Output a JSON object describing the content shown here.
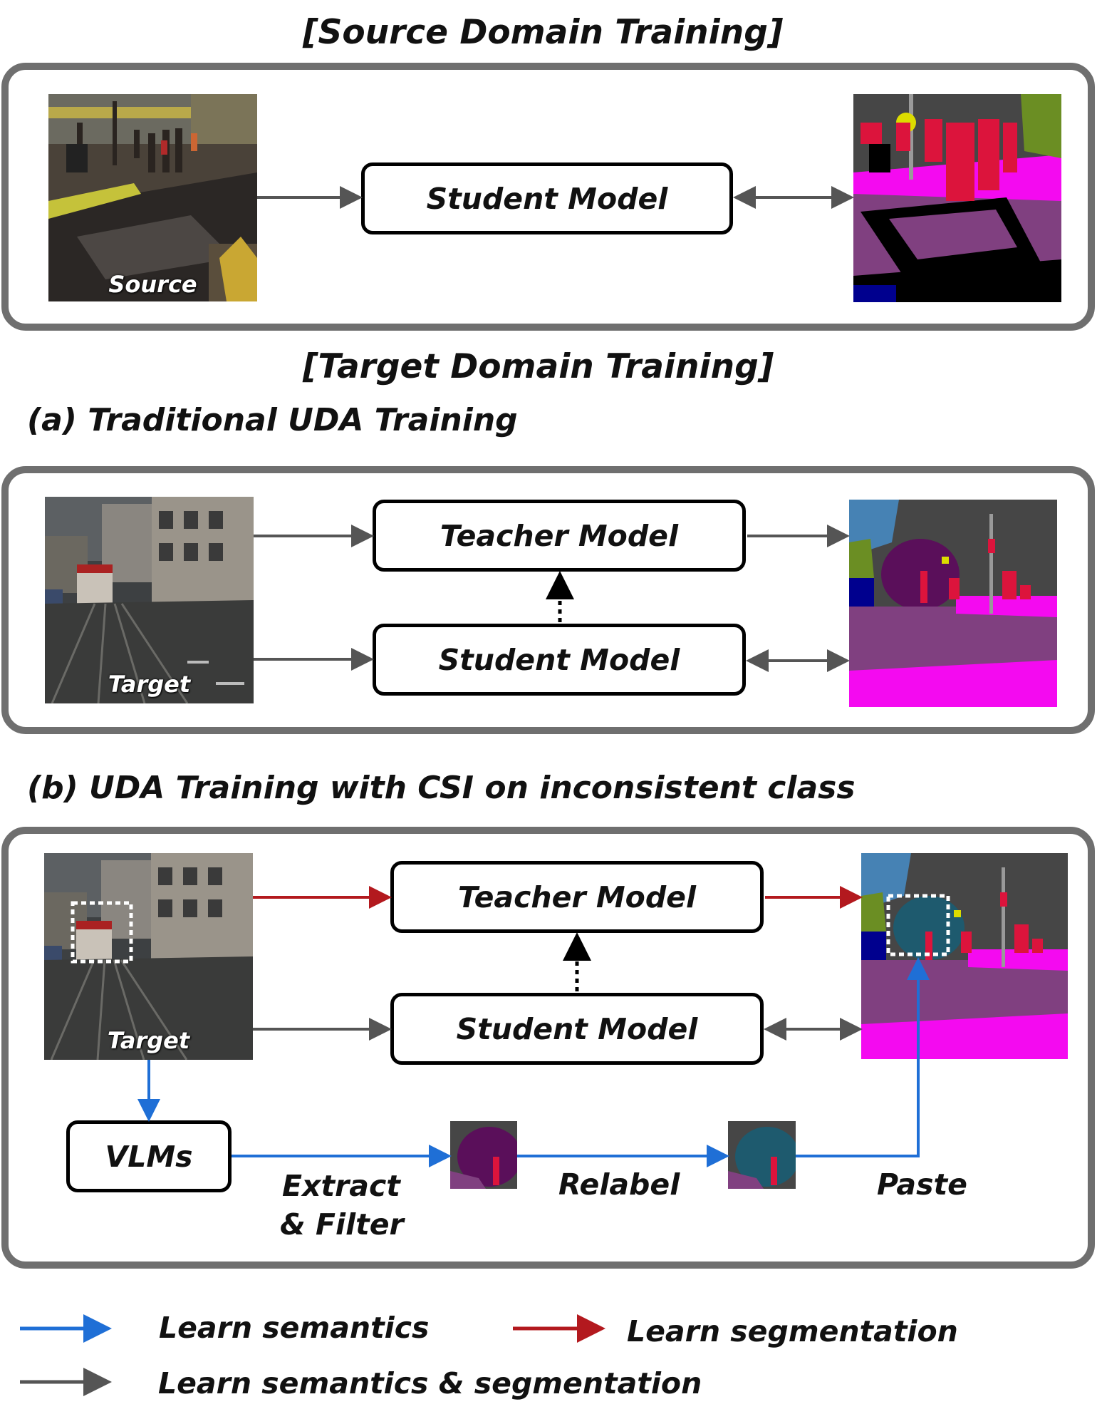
{
  "source_section": {
    "title": "[Source Domain Training]",
    "image_label": "Source",
    "student_label": "Student Model"
  },
  "target_section": {
    "title": "[Target Domain Training]"
  },
  "panel_a": {
    "title": "(a) Traditional UDA Training",
    "image_label": "Target",
    "teacher_label": "Teacher Model",
    "student_label": "Student Model"
  },
  "panel_b": {
    "title": "(b) UDA Training with CSI on inconsistent class",
    "image_label": "Target",
    "teacher_label": "Teacher Model",
    "student_label": "Student Model",
    "vlm_label": "VLMs",
    "extract_line1": "Extract",
    "extract_line2": "& Filter",
    "relabel_label": "Relabel",
    "paste_label": "Paste"
  },
  "legend": {
    "semantics": "Learn semantics",
    "segmentation": "Learn segmentation",
    "both": "Learn semantics & segmentation"
  },
  "colors": {
    "blue_arrow": "#1f6fd6",
    "red_arrow": "#b3191e",
    "gray_arrow": "#555555",
    "panel_border": "#6f6f6f"
  }
}
